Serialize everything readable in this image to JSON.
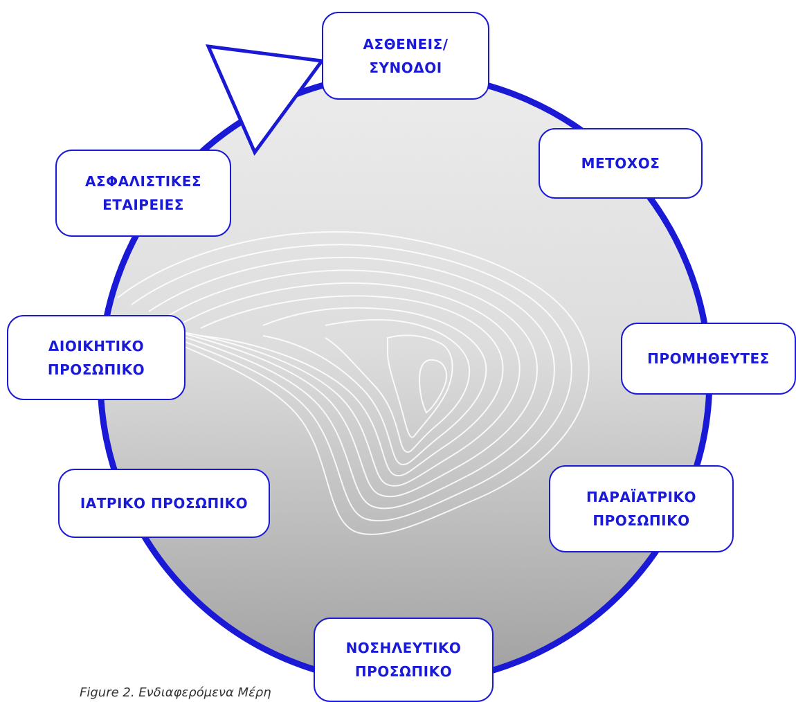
{
  "diagram": {
    "type": "cycle",
    "accent_color": "#1a1ad6",
    "nodes": [
      {
        "id": "patients",
        "label": "ΑΣΘΕΝΕΙΣ/\nΣΥΝΟΔΟΙ"
      },
      {
        "id": "shareholder",
        "label": "ΜΕΤΟΧΟΣ"
      },
      {
        "id": "suppliers",
        "label": "ΠΡΟΜΗΘΕΥΤΕΣ"
      },
      {
        "id": "paramedical",
        "label": "ΠΑΡΑΪΑΤΡΙΚΟ\nΠΡΟΣΩΠΙΚΟ"
      },
      {
        "id": "nursing",
        "label": "ΝΟΣΗΛΕΥΤΙΚΟ\nΠΡΟΣΩΠΙΚΟ"
      },
      {
        "id": "medical",
        "label": "ΙΑΤΡΙΚΟ ΠΡΟΣΩΠΙΚΟ"
      },
      {
        "id": "admin",
        "label": "ΔΙΟΙΚΗΤΙΚΟ\nΠΡΟΣΩΠΙΚΟ"
      },
      {
        "id": "insurance",
        "label": "ΑΣΦΑΛΙΣΤΙΚΕΣ\nΕΤΑΙΡΕΙΕΣ"
      }
    ],
    "caption": "Figure 2. Ενδιαφερόμενα Μέρη"
  }
}
